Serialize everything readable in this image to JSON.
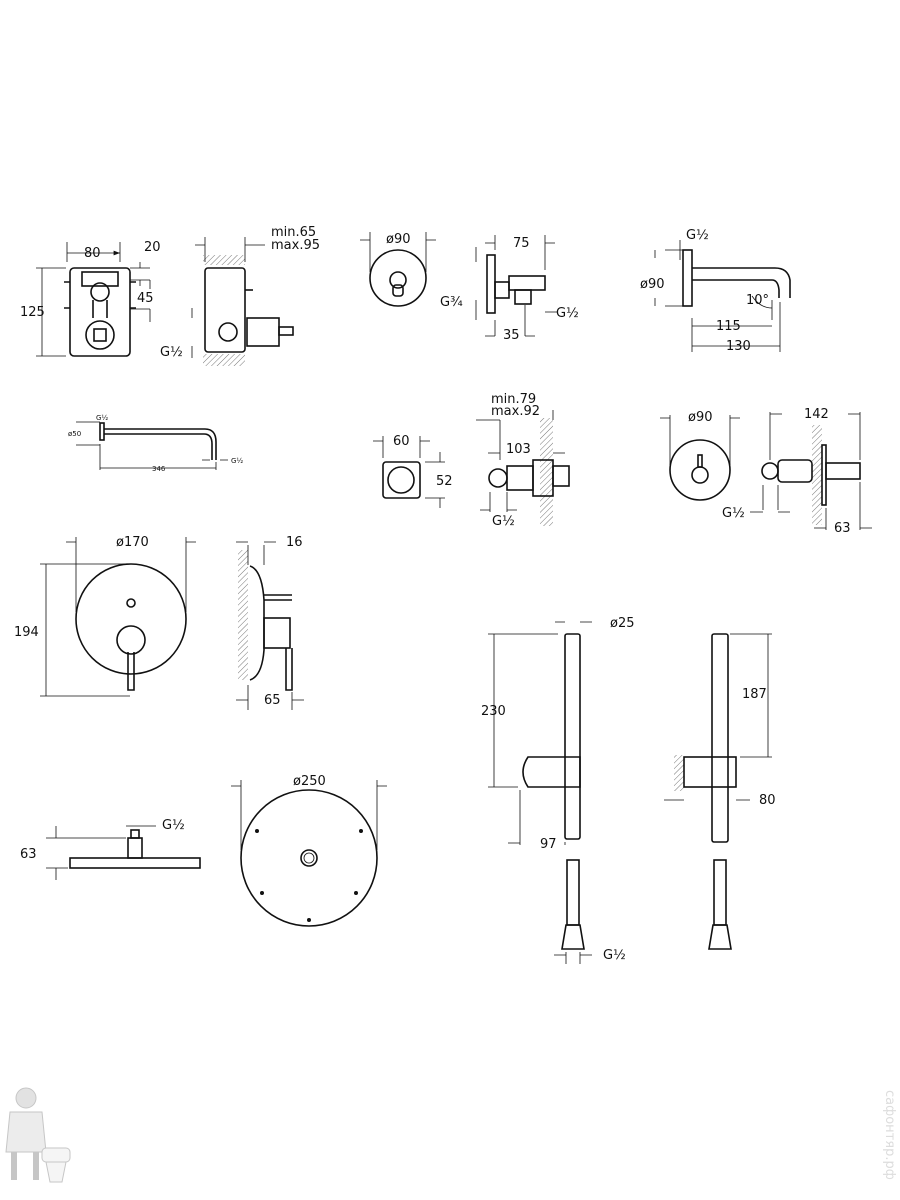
{
  "drawings": {
    "box_front": {
      "width": "80",
      "top_offset": "20",
      "spacing": "45",
      "height": "125"
    },
    "box_side": {
      "depth_min": "min.65",
      "depth_max": "max.95",
      "thread": "G½"
    },
    "plate_small": {
      "diameter": "ø90"
    },
    "wall_outlet": {
      "length": "75",
      "thread_in": "G¾",
      "offset": "35",
      "thread_out": "G½"
    },
    "spout": {
      "thread": "G½",
      "diameter": "ø90",
      "length_inner": "115",
      "length_total": "130",
      "angle": "10°"
    },
    "shower_arm": {
      "thread_wall": "G½",
      "flange": "ø50",
      "length": "346",
      "thread_end": "G½"
    },
    "rough_plate": {
      "width": "60",
      "height": "52"
    },
    "diverter": {
      "depth_min": "min.79",
      "depth_max": "max.92",
      "length": "103",
      "thread": "G½"
    },
    "thermo_plate": {
      "diameter": "ø90",
      "length": "142",
      "thread": "G½",
      "projection": "63"
    },
    "mixer_plate": {
      "diameter": "ø170",
      "height": "194"
    },
    "mixer_side": {
      "plate_depth": "16",
      "handle_projection": "65"
    },
    "head_side": {
      "height": "63",
      "thread": "G½"
    },
    "head_top": {
      "diameter": "ø250"
    },
    "hand_shower": {
      "diameter": "ø25",
      "height": "230",
      "holder_projection": "97",
      "hose_thread": "G½"
    },
    "hand_shower_2": {
      "length": "187",
      "holder_projection": "80"
    }
  },
  "watermark": "сафонтяр.рф"
}
